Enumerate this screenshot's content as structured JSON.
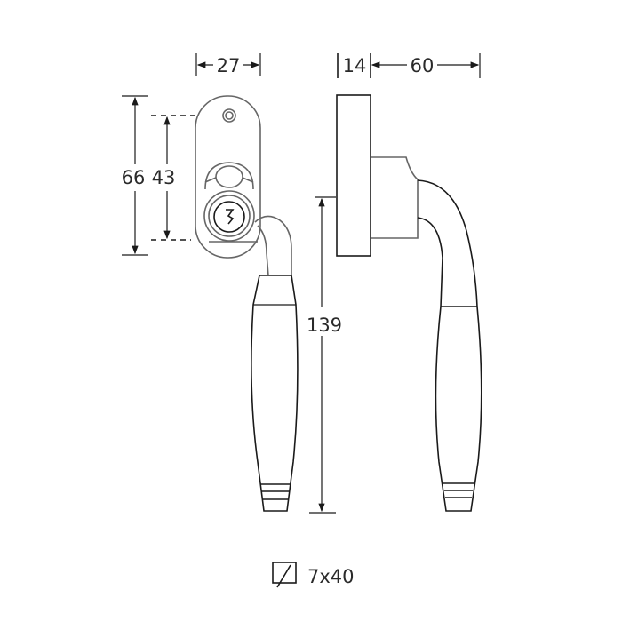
{
  "drawing": {
    "front_view": {
      "width_label": "27",
      "height_overall_label": "66",
      "hole_spacing_label": "43"
    },
    "side_view": {
      "plate_depth_label": "14",
      "projection_label": "60",
      "handle_length_label": "139"
    },
    "spindle": {
      "icon": "square-spindle-icon",
      "size_label": "7x40"
    }
  }
}
